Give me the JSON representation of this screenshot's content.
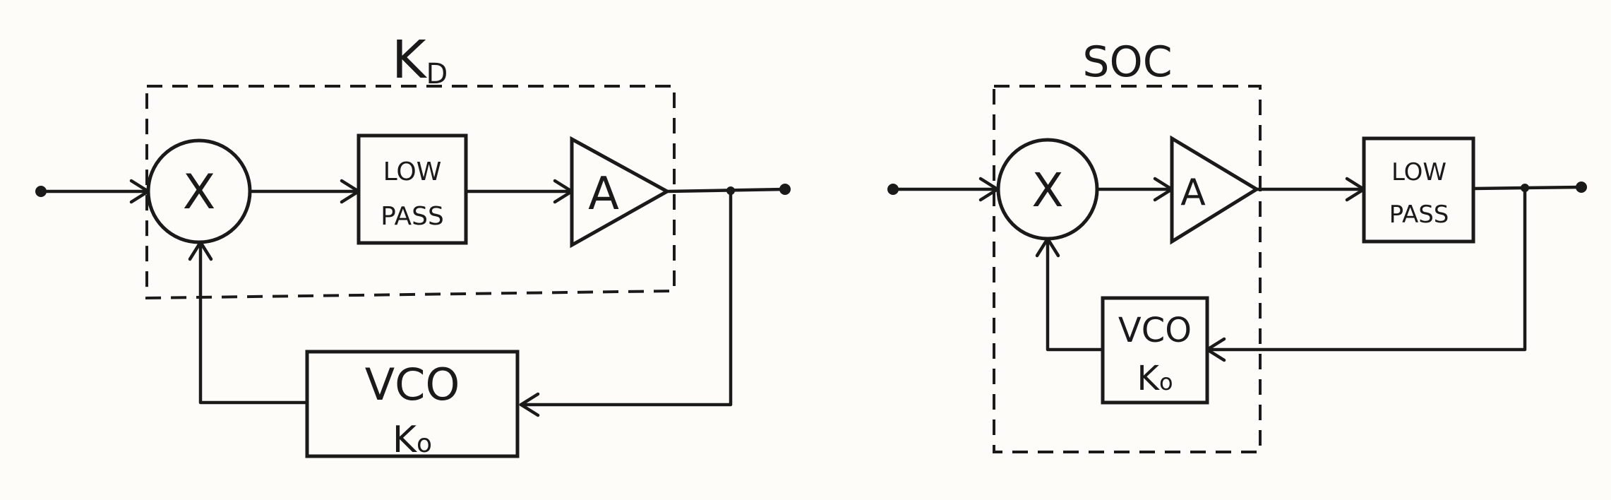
{
  "diagrams": [
    {
      "group_label": "K",
      "group_label_sub": "D",
      "multiplier_symbol": "X",
      "lowpass": {
        "line1": "LOW",
        "line2": "PASS"
      },
      "amplifier": "A",
      "vco": {
        "line1": "VCO",
        "line2": "K",
        "line2_sub": "o"
      }
    },
    {
      "group_label": "SOC",
      "multiplier_symbol": "X",
      "amplifier": "A",
      "lowpass": {
        "line1": "LOW",
        "line2": "PASS"
      },
      "vco": {
        "line1": "VCO",
        "line2": "K",
        "line2_sub": "o"
      }
    }
  ],
  "colors": {
    "ink": "#1a1a1a",
    "paper": "#fdfcf8"
  }
}
